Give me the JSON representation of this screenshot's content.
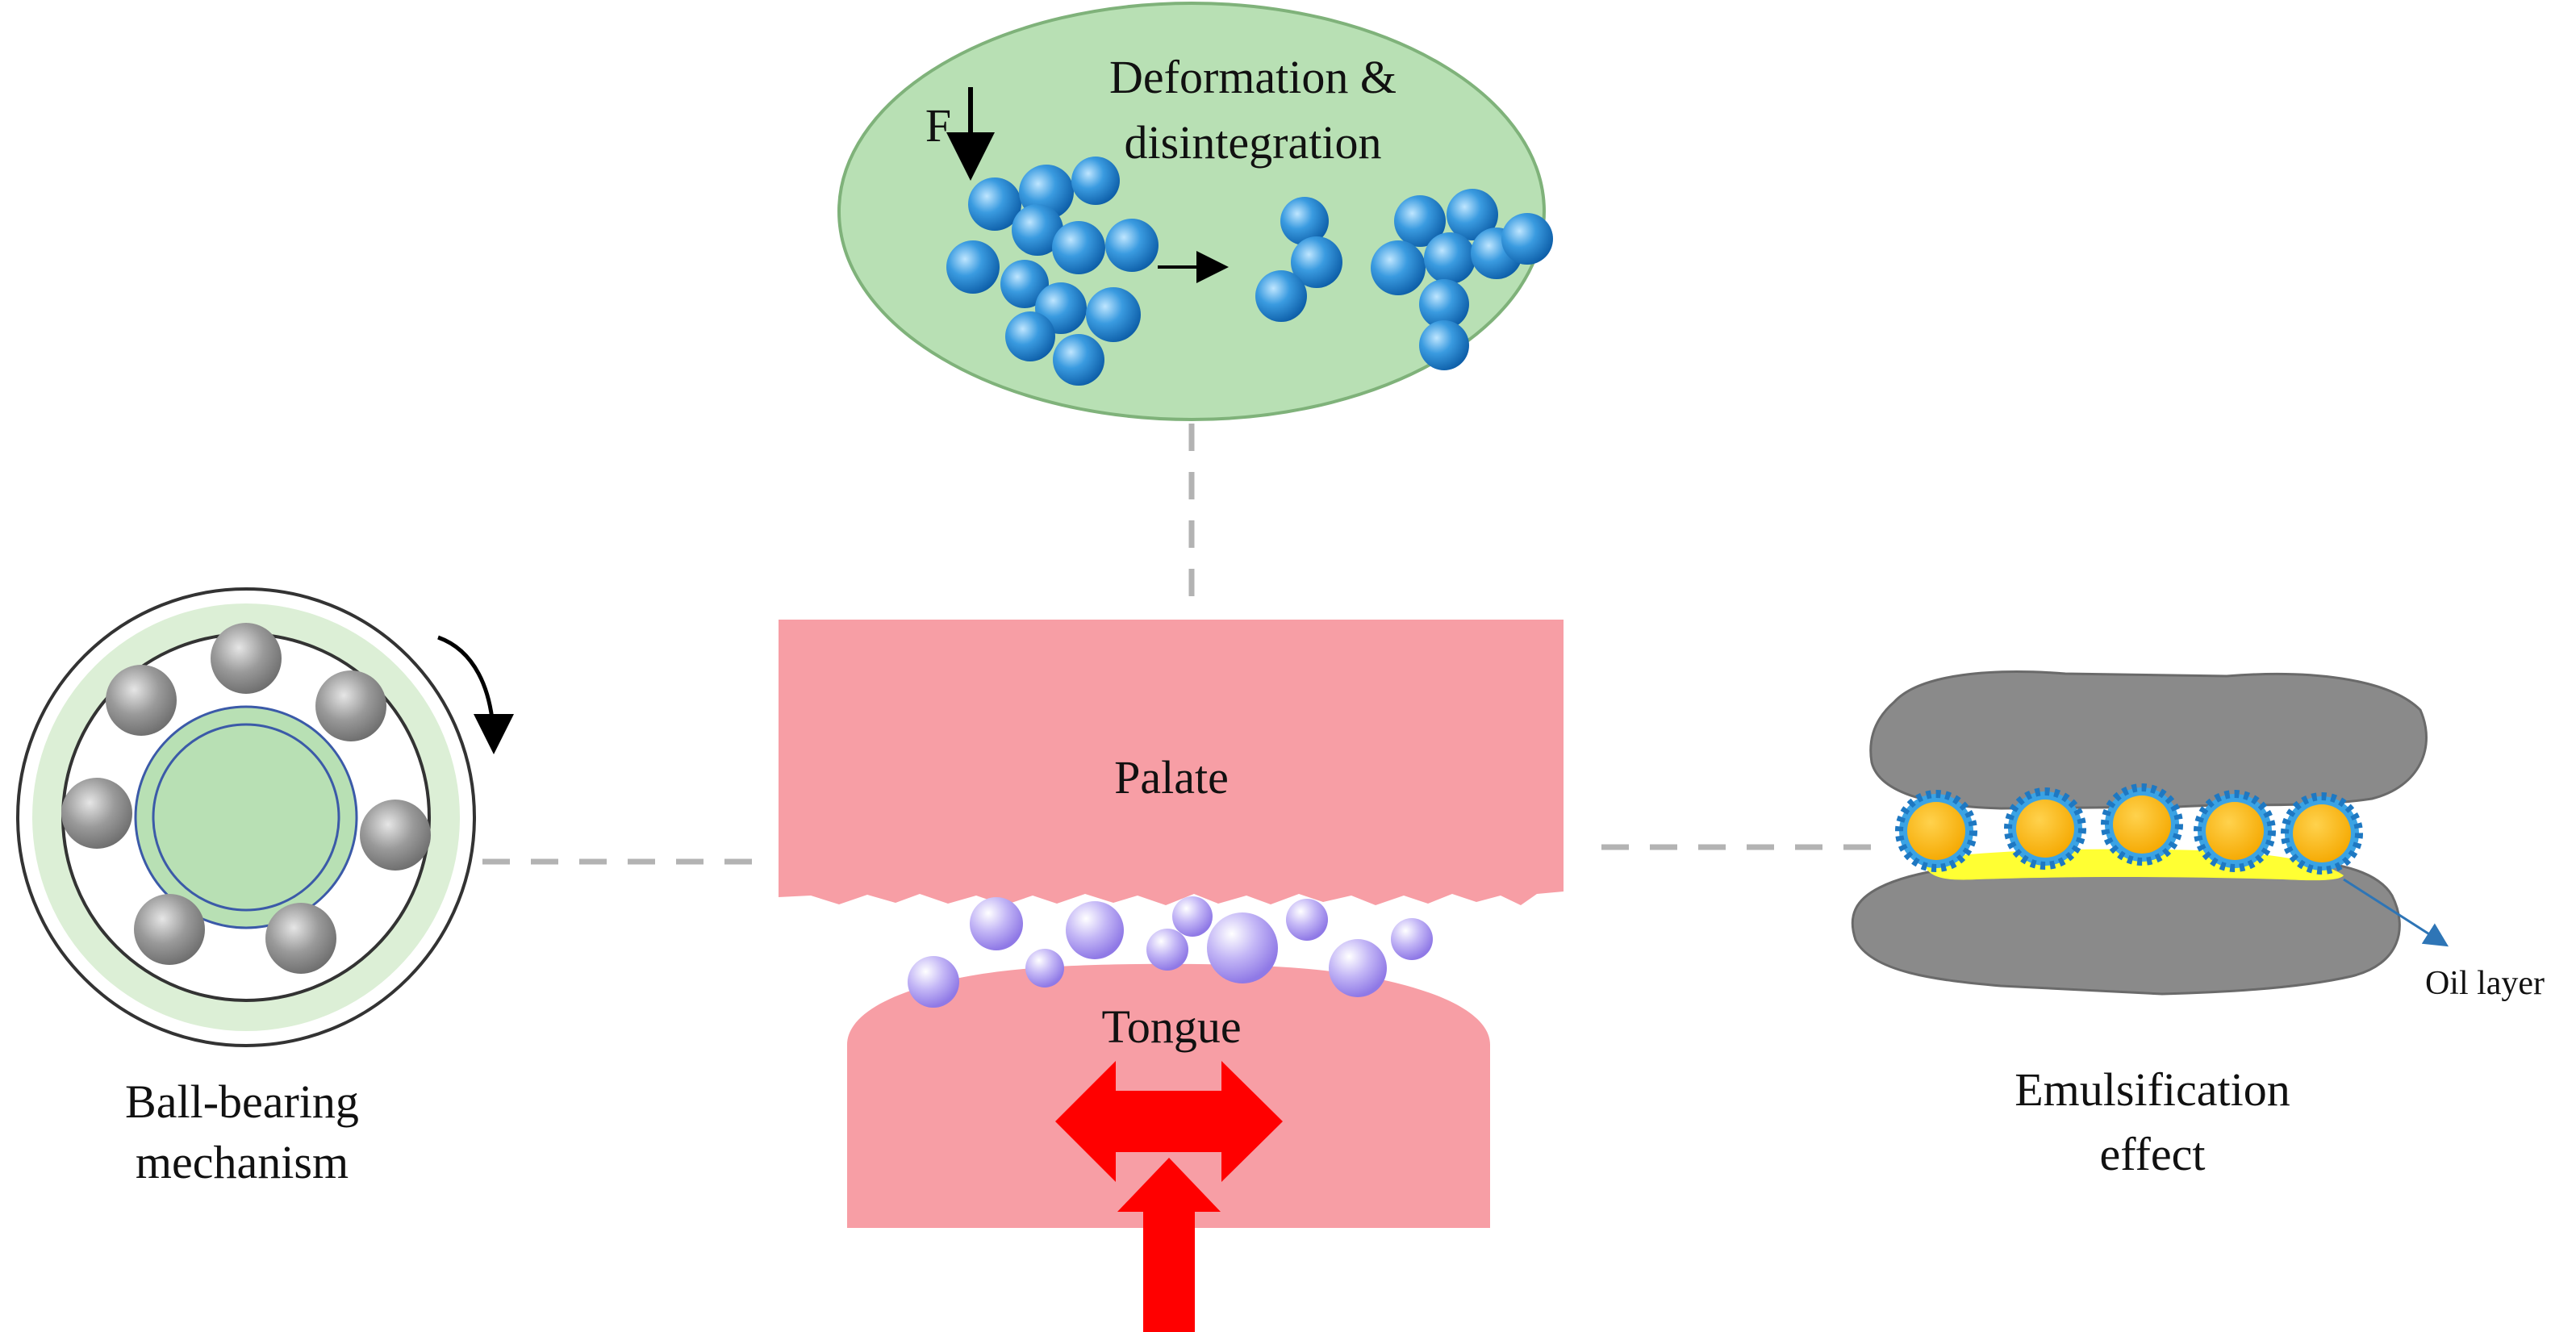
{
  "labels": {
    "deformation_line1": "Deformation &",
    "deformation_line2": "disintegration",
    "force": "F",
    "palate": "Palate",
    "tongue": "Tongue",
    "ball_bearing_line1": "Ball-bearing",
    "ball_bearing_line2": "mechanism",
    "emulsification_line1": "Emulsification",
    "emulsification_line2": "effect",
    "oil_layer": "Oil layer"
  },
  "colors": {
    "green_fill": "#b8e0b4",
    "pink": "#f79ea5",
    "blue_ball": "#1f88d0",
    "purple_ball": "#b8a8f4",
    "gray_ball": "#8c8c8c",
    "gray_rock": "#8a8a8a",
    "orange_droplet": "#ffb900",
    "yellow_oil": "#ffff33",
    "red_arrow": "#ff0000",
    "dash_gray": "#b3b3b3",
    "oil_arrow": "#2e75b6"
  }
}
